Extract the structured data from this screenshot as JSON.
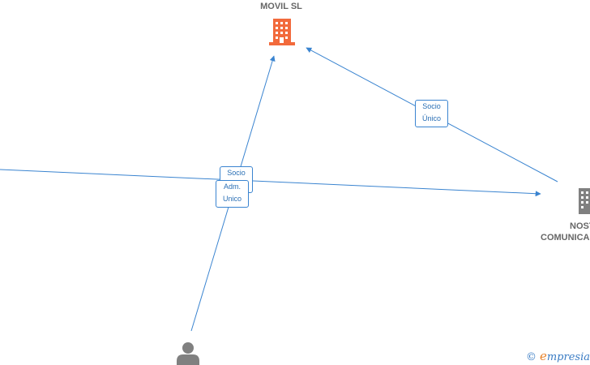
{
  "nodes": {
    "movil": {
      "label": "MOVIL  SL",
      "kind": "company",
      "color": "#f26a3c"
    },
    "nost": {
      "label_line1": "NOST",
      "label_line2": "COMUNICACI",
      "kind": "company",
      "color": "#808080"
    },
    "person": {
      "kind": "person",
      "color": "#808080"
    }
  },
  "edges": {
    "socio_unico_right": {
      "line1": "Socio",
      "line2": "Único"
    },
    "socio_left": {
      "line1": "Socio",
      "line2": ""
    },
    "adm_unico": {
      "line1": "Adm.",
      "line2": "Unico"
    }
  },
  "colors": {
    "edge": "#3a84d0",
    "edge_label_text": "#2a6fb5"
  },
  "watermark": {
    "copyright": "©",
    "brand_initial": "e",
    "brand_rest": "mpresia"
  }
}
